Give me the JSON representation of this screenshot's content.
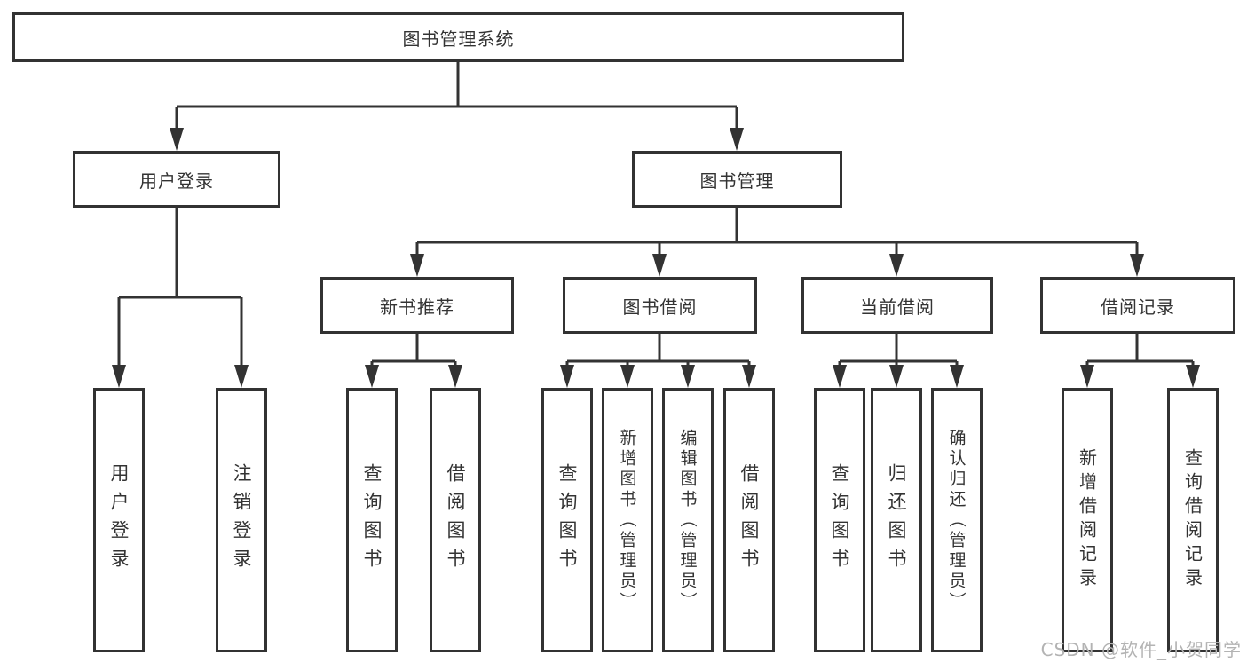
{
  "colors": {
    "background": "#ffffff",
    "line": "#333333",
    "box_border": "#323232",
    "text": "#333333",
    "watermark": "#b3b3b3"
  },
  "watermark": {
    "text": "CSDN @软件_小贺同学"
  },
  "tree": {
    "root": {
      "label": "图书管理系统",
      "children": [
        {
          "label": "用户登录",
          "children": [
            {
              "label": "用户登录"
            },
            {
              "label": "注销登录"
            }
          ]
        },
        {
          "label": "图书管理",
          "children": [
            {
              "label": "新书推荐",
              "children": [
                {
                  "label": "查询图书"
                },
                {
                  "label": "借阅图书"
                }
              ]
            },
            {
              "label": "图书借阅",
              "children": [
                {
                  "label": "查询图书"
                },
                {
                  "label": "新增图书（管理员）"
                },
                {
                  "label": "编辑图书（管理员）"
                },
                {
                  "label": "借阅图书"
                }
              ]
            },
            {
              "label": "当前借阅",
              "children": [
                {
                  "label": "查询图书"
                },
                {
                  "label": "归还图书"
                },
                {
                  "label": "确认归还（管理员）"
                }
              ]
            },
            {
              "label": "借阅记录",
              "children": [
                {
                  "label": "新增借阅记录"
                },
                {
                  "label": "查询借阅记录"
                }
              ]
            }
          ]
        }
      ]
    }
  }
}
